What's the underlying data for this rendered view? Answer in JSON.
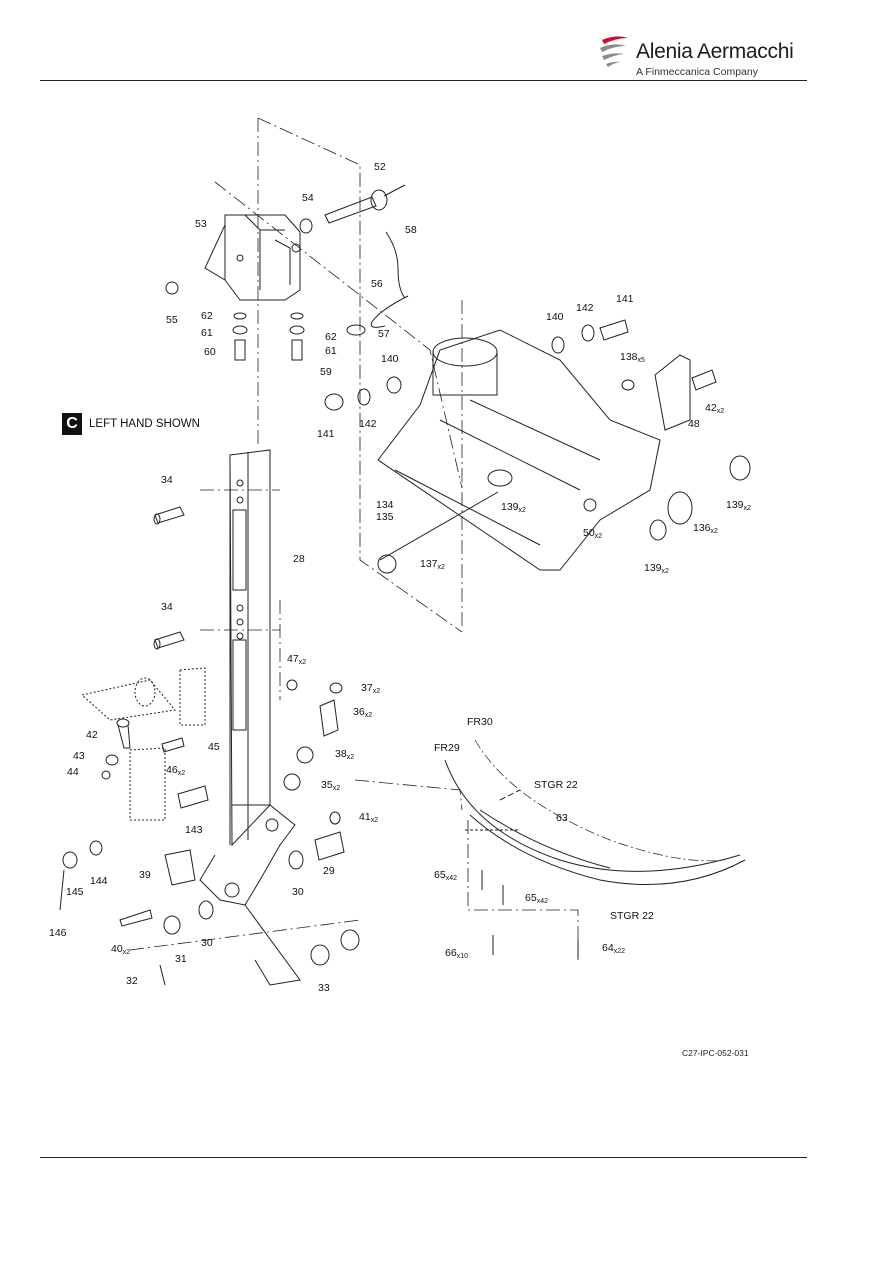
{
  "header": {
    "brand": "Alenia Aermacchi",
    "subtitle": "A Finmeccanica Company",
    "logo_icon": "alenia-swoosh-logo-icon"
  },
  "note": {
    "badge": "C",
    "text": "LEFT HAND SHOWN"
  },
  "figure_code": "C27-IPC-052-031",
  "callouts": [
    {
      "id": "c52",
      "num": "52",
      "qty": ""
    },
    {
      "id": "c54",
      "num": "54",
      "qty": ""
    },
    {
      "id": "c53",
      "num": "53",
      "qty": ""
    },
    {
      "id": "c58",
      "num": "58",
      "qty": ""
    },
    {
      "id": "c56",
      "num": "56",
      "qty": ""
    },
    {
      "id": "c55",
      "num": "55",
      "qty": ""
    },
    {
      "id": "c62a",
      "num": "62",
      "qty": ""
    },
    {
      "id": "c61a",
      "num": "61",
      "qty": ""
    },
    {
      "id": "c60",
      "num": "60",
      "qty": ""
    },
    {
      "id": "c62b",
      "num": "62",
      "qty": ""
    },
    {
      "id": "c57",
      "num": "57",
      "qty": ""
    },
    {
      "id": "c61b",
      "num": "61",
      "qty": ""
    },
    {
      "id": "c59",
      "num": "59",
      "qty": ""
    },
    {
      "id": "c141a",
      "num": "141",
      "qty": ""
    },
    {
      "id": "c142a",
      "num": "142",
      "qty": ""
    },
    {
      "id": "c140a",
      "num": "140",
      "qty": ""
    },
    {
      "id": "c140b",
      "num": "140",
      "qty": ""
    },
    {
      "id": "c138",
      "num": "138",
      "qty": "x5"
    },
    {
      "id": "c42a",
      "num": "42",
      "qty": "x2"
    },
    {
      "id": "c48",
      "num": "48",
      "qty": ""
    },
    {
      "id": "c141b",
      "num": "141",
      "qty": ""
    },
    {
      "id": "c142b",
      "num": "142",
      "qty": ""
    },
    {
      "id": "c134",
      "num": "134",
      "qty": ""
    },
    {
      "id": "c135",
      "num": "135",
      "qty": ""
    },
    {
      "id": "c139a",
      "num": "139",
      "qty": "x2"
    },
    {
      "id": "c50",
      "num": "50",
      "qty": "x2"
    },
    {
      "id": "c139b",
      "num": "139",
      "qty": "x2"
    },
    {
      "id": "c136",
      "num": "136",
      "qty": "x2"
    },
    {
      "id": "c137",
      "num": "137",
      "qty": "x2"
    },
    {
      "id": "c139c",
      "num": "139",
      "qty": "x2"
    },
    {
      "id": "c34a",
      "num": "34",
      "qty": ""
    },
    {
      "id": "c28",
      "num": "28",
      "qty": ""
    },
    {
      "id": "c34b",
      "num": "34",
      "qty": ""
    },
    {
      "id": "c47",
      "num": "47",
      "qty": "x2"
    },
    {
      "id": "c37",
      "num": "37",
      "qty": "x2"
    },
    {
      "id": "c36",
      "num": "36",
      "qty": "x2"
    },
    {
      "id": "c42b",
      "num": "42",
      "qty": ""
    },
    {
      "id": "c45",
      "num": "45",
      "qty": ""
    },
    {
      "id": "c43",
      "num": "43",
      "qty": ""
    },
    {
      "id": "c38",
      "num": "38",
      "qty": "x2"
    },
    {
      "id": "c44",
      "num": "44",
      "qty": ""
    },
    {
      "id": "c46",
      "num": "46",
      "qty": "x2"
    },
    {
      "id": "c35",
      "num": "35",
      "qty": "x2"
    },
    {
      "id": "c143",
      "num": "143",
      "qty": ""
    },
    {
      "id": "c41",
      "num": "41",
      "qty": "x2"
    },
    {
      "id": "c145",
      "num": "145",
      "qty": ""
    },
    {
      "id": "c144",
      "num": "144",
      "qty": ""
    },
    {
      "id": "c39",
      "num": "39",
      "qty": ""
    },
    {
      "id": "c29",
      "num": "29",
      "qty": ""
    },
    {
      "id": "c30a",
      "num": "30",
      "qty": ""
    },
    {
      "id": "c146",
      "num": "146",
      "qty": ""
    },
    {
      "id": "c40",
      "num": "40",
      "qty": "x2"
    },
    {
      "id": "c31",
      "num": "31",
      "qty": ""
    },
    {
      "id": "c30b",
      "num": "30",
      "qty": ""
    },
    {
      "id": "c32",
      "num": "32",
      "qty": ""
    },
    {
      "id": "c33",
      "num": "33",
      "qty": ""
    },
    {
      "id": "cfr30",
      "num": "FR30",
      "qty": ""
    },
    {
      "id": "cfr29",
      "num": "FR29",
      "qty": ""
    },
    {
      "id": "cstgr1",
      "num": "STGR 22",
      "qty": ""
    },
    {
      "id": "c63",
      "num": "63",
      "qty": ""
    },
    {
      "id": "c65a",
      "num": "65",
      "qty": "x42"
    },
    {
      "id": "c65b",
      "num": "65",
      "qty": "x42"
    },
    {
      "id": "cstgr2",
      "num": "STGR 22",
      "qty": ""
    },
    {
      "id": "c66",
      "num": "66",
      "qty": "x10"
    },
    {
      "id": "c64",
      "num": "64",
      "qty": "x22"
    }
  ]
}
